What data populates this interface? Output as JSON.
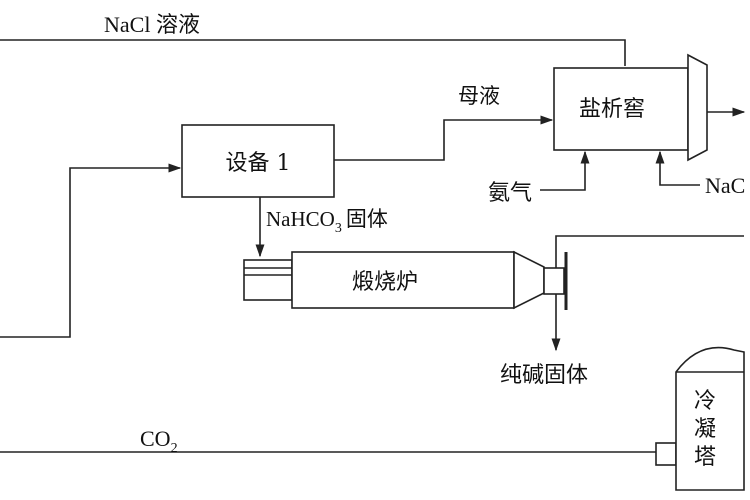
{
  "labels": {
    "nacl_solution": "NaCl 溶液",
    "mother_liquor": "母液",
    "salting_tank": "盐析窖",
    "device1": "设备 1",
    "ammonia": "氨气",
    "nacl_partial": "NaC",
    "nahco3_prefix": "NaHCO",
    "nahco3_sub": "3",
    "nahco3_suffix": "固体",
    "calciner": "煅烧炉",
    "soda_ash": "纯碱固体",
    "co2_prefix": "CO",
    "co2_sub": "2",
    "condenser_1": "冷",
    "condenser_2": "凝",
    "condenser_3": "塔"
  }
}
